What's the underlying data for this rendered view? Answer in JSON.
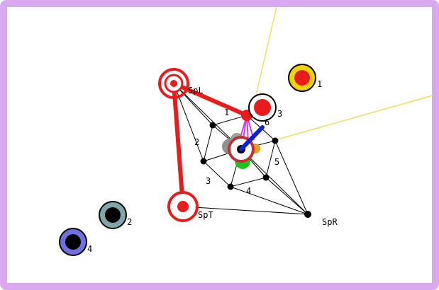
{
  "colors": {
    "frame": "#d8a8f0",
    "background": "#ffffff",
    "red": "#e81c1c",
    "yellow_fill": "#f2d200",
    "teal": "#7fa7aa",
    "blue_ring": "#7070e0",
    "ray": "#f0e060",
    "magenta": "#d040e0",
    "blue_bar": "#1020d0"
  },
  "labels": {
    "spl": "SpL",
    "spt": "SpT",
    "spr": "SpR",
    "edge_1": "1",
    "edge_2": "2",
    "edge_3": "3",
    "edge_4": "4",
    "edge_5": "5",
    "edge_6": "6",
    "token_1": "1",
    "token_2": "2",
    "token_3": "3",
    "token_4": "4"
  }
}
